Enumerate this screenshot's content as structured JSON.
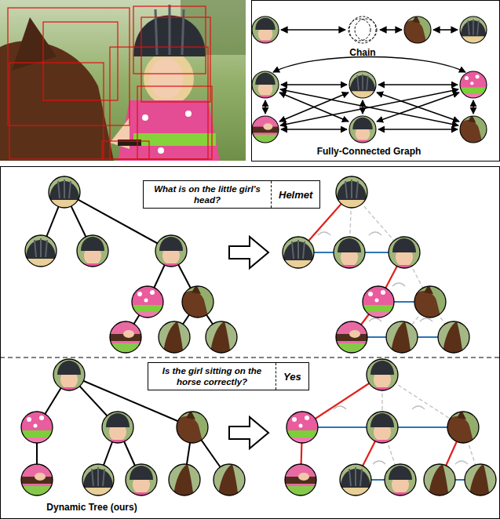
{
  "diagram": {
    "nodes": [
      {
        "text": [
          "What is on the little girl's head?",
          "Helmet"
        ]
      },
      {
        "text": [
          "Is the girl sitting on the horse correctly?",
          "Yes"
        ]
      }
    ],
    "labels": [
      "Chain",
      "Fully-Connected Graph",
      "Dynamic Tree (ours)"
    ]
  }
}
